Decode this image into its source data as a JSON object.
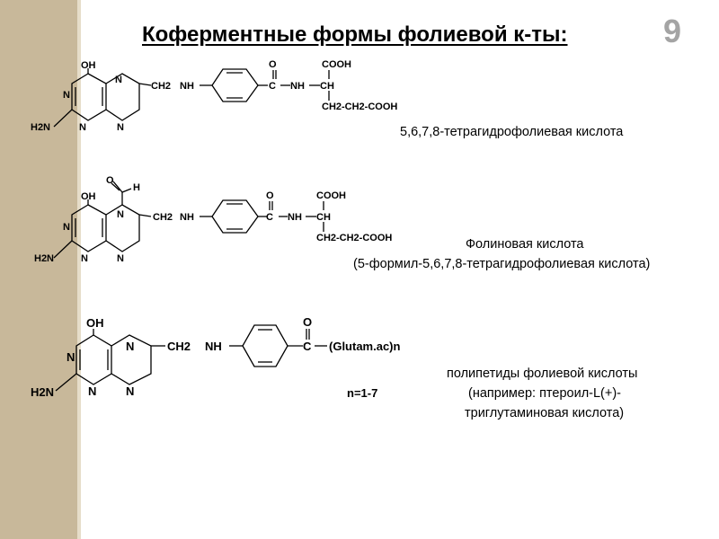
{
  "slide": {
    "title": "Коферментные формы фолиевой к-ты:",
    "number": "9"
  },
  "structure1": {
    "oh": "OH",
    "n_top": "N",
    "n_left": "N",
    "n_bottom": "N",
    "n_right": "N",
    "h2n": "H2N",
    "ch2": "CH2",
    "nh": "NH",
    "o": "O",
    "c": "C",
    "nh2": "NH",
    "ch": "CH",
    "cooh1": "COOH",
    "chain": "CH2-CH2-COOH",
    "name": "5,6,7,8-тетрагидрофолиевая кислота"
  },
  "structure2": {
    "o_ald": "O",
    "h_ald": "H",
    "oh": "OH",
    "n_top": "N",
    "n_left": "N",
    "n_bottom": "N",
    "n_right": "N",
    "h2n": "H2N",
    "ch2": "CH2",
    "nh": "NH",
    "o": "O",
    "c": "C",
    "nh2": "NH",
    "ch": "CH",
    "cooh1": "COOH",
    "chain": "CH2-CH2-COOH",
    "name_line1": "Фолиновая кислота",
    "name_line2": "(5-формил-5,6,7,8-тетрагидрофолиевая кислота)"
  },
  "structure3": {
    "oh": "OH",
    "n_top": "N",
    "n_left": "N",
    "n_bottom": "N",
    "n_right": "N",
    "h2n": "H2N",
    "ch2": "CH2",
    "nh": "NH",
    "o": "O",
    "c": "C",
    "glutam": "(Glutam.ac)n",
    "n_range": "n=1-7",
    "name_line1": "полипетиды фолиевой кислоты",
    "name_line2": "(например: птероил-L(+)-",
    "name_line3": "триглутаминовая кислота)"
  }
}
